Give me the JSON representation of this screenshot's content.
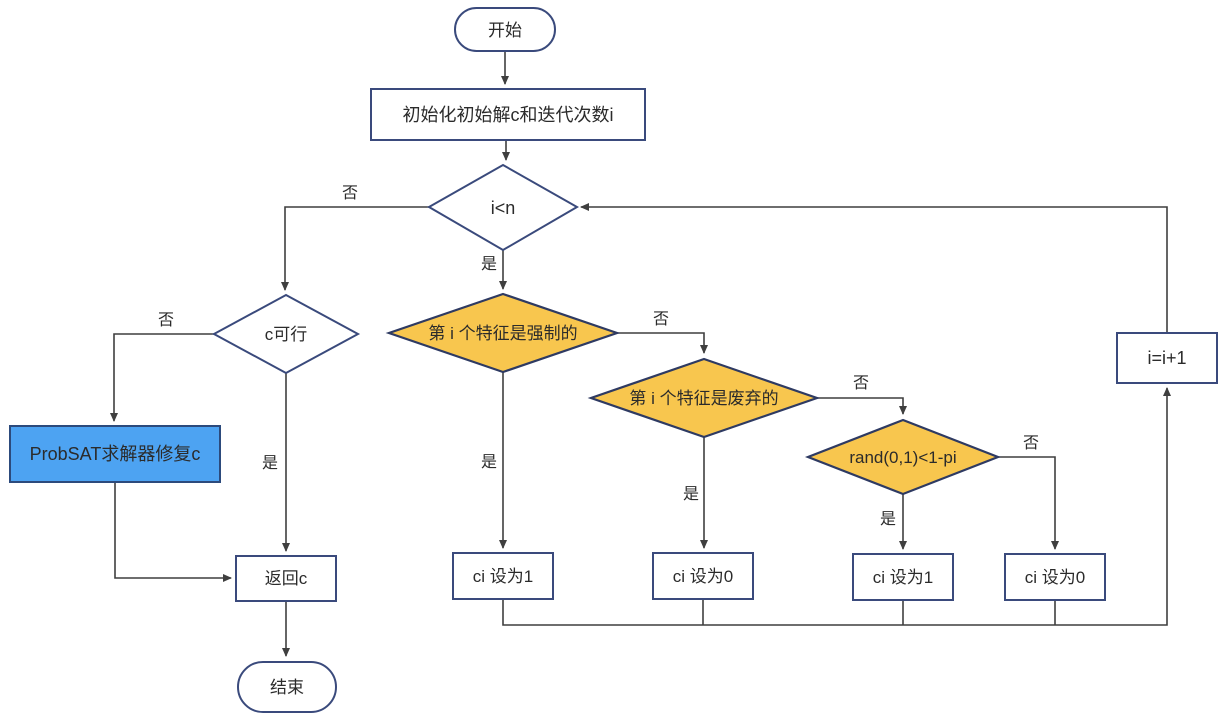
{
  "diagram": {
    "type": "flowchart",
    "colors": {
      "node_border": "#3a4a7c",
      "decision_fill": "#f8c64e",
      "decision_border": "#2e3a62",
      "highlight_fill": "#4da3f2",
      "highlight_border": "#2c4a7c",
      "plain_fill": "#ffffff",
      "edge_color": "#3f3f3f",
      "text_color": "#2b2b2b"
    },
    "nodes": {
      "start": {
        "shape": "stadium",
        "label": "开始"
      },
      "init": {
        "shape": "rect",
        "label": "初始化初始解c和迭代次数i"
      },
      "loop_check": {
        "shape": "diamond",
        "label": "i<n"
      },
      "feasible_check": {
        "shape": "diamond",
        "label": "c可行"
      },
      "probsat_repair": {
        "shape": "rect",
        "label": "ProbSAT求解器修复c"
      },
      "return_c": {
        "shape": "rect",
        "label": "返回c"
      },
      "end": {
        "shape": "stadium",
        "label": "结束"
      },
      "mandatory_check": {
        "shape": "diamond",
        "label": "第 i 个特征是强制的"
      },
      "dead_check": {
        "shape": "diamond",
        "label": "第 i 个特征是废弃的"
      },
      "rand_check": {
        "shape": "diamond",
        "label": "rand(0,1)<1-pi"
      },
      "set_one_a": {
        "shape": "rect",
        "label": "ci 设为1"
      },
      "set_zero_a": {
        "shape": "rect",
        "label": "ci 设为0"
      },
      "set_one_b": {
        "shape": "rect",
        "label": "ci 设为1"
      },
      "set_zero_b": {
        "shape": "rect",
        "label": "ci 设为0"
      },
      "increment": {
        "shape": "rect",
        "label": "i=i+1"
      }
    },
    "edge_labels": {
      "loop_no": "否",
      "loop_yes": "是",
      "feasible_no": "否",
      "feasible_yes": "是",
      "mandatory_no": "否",
      "mandatory_yes": "是",
      "dead_no": "否",
      "dead_yes": "是",
      "rand_yes": "是",
      "rand_no": "否"
    }
  }
}
